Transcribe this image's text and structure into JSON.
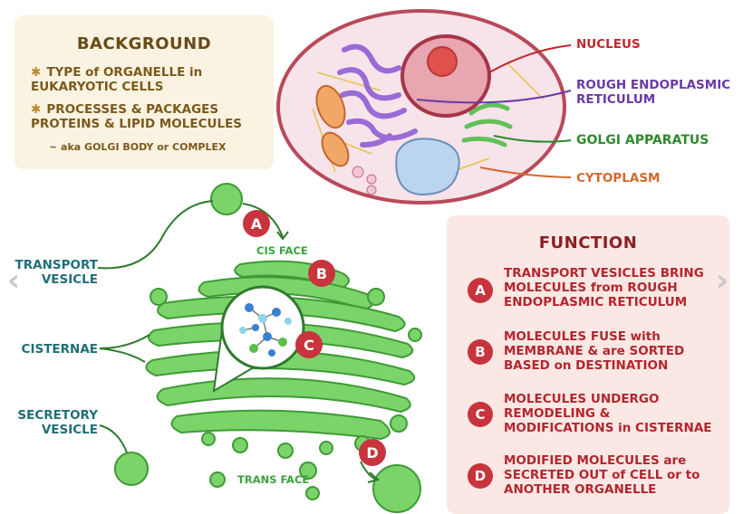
{
  "background": {
    "title": "BACKGROUND",
    "bullets": [
      "TYPE of ORGANELLE in\nEUKARYOTIC CELLS",
      "PROCESSES & PACKAGES\nPROTEINS & LIPID MOLECULES"
    ],
    "aka": "~ aka GOLGI BODY or COMPLEX"
  },
  "cell_labels": {
    "nucleus": "NUCLEUS",
    "rough_er": "ROUGH ENDOPLASMIC\nRETICULUM",
    "golgi": "GOLGI APPARATUS",
    "cytoplasm": "CYTOPLASM"
  },
  "golgi_labels": {
    "transport_vesicle": "TRANSPORT\nVESICLE",
    "cisternae": "CISTERNAE",
    "secretory_vesicle": "SECRETORY\nVESICLE",
    "cis_face": "CIS FACE",
    "trans_face": "TRANS FACE"
  },
  "markers": [
    "A",
    "B",
    "C",
    "D"
  ],
  "function": {
    "title": "FUNCTION",
    "steps": [
      {
        "letter": "A",
        "text": "TRANSPORT VESICLES BRING\nMOLECULES from ROUGH\nENDOPLASMIC RETICULUM"
      },
      {
        "letter": "B",
        "text": "MOLECULES FUSE with\nMEMBRANE & are SORTED\nBASED on DESTINATION"
      },
      {
        "letter": "C",
        "text": "MOLECULES UNDERGO\nREMODELING &\nMODIFICATIONS in CISTERNAE"
      },
      {
        "letter": "D",
        "text": "MODIFIED MOLECULES are\nSECRETED OUT of CELL or to\nANOTHER ORGANELLE"
      }
    ]
  },
  "nav": {
    "prev": "‹",
    "next": "›"
  },
  "colors": {
    "accent_red": "#c8343d",
    "golgi_green": "#5cc24a",
    "background_box": "#fbf3e2",
    "function_box": "#fbe7e4"
  }
}
